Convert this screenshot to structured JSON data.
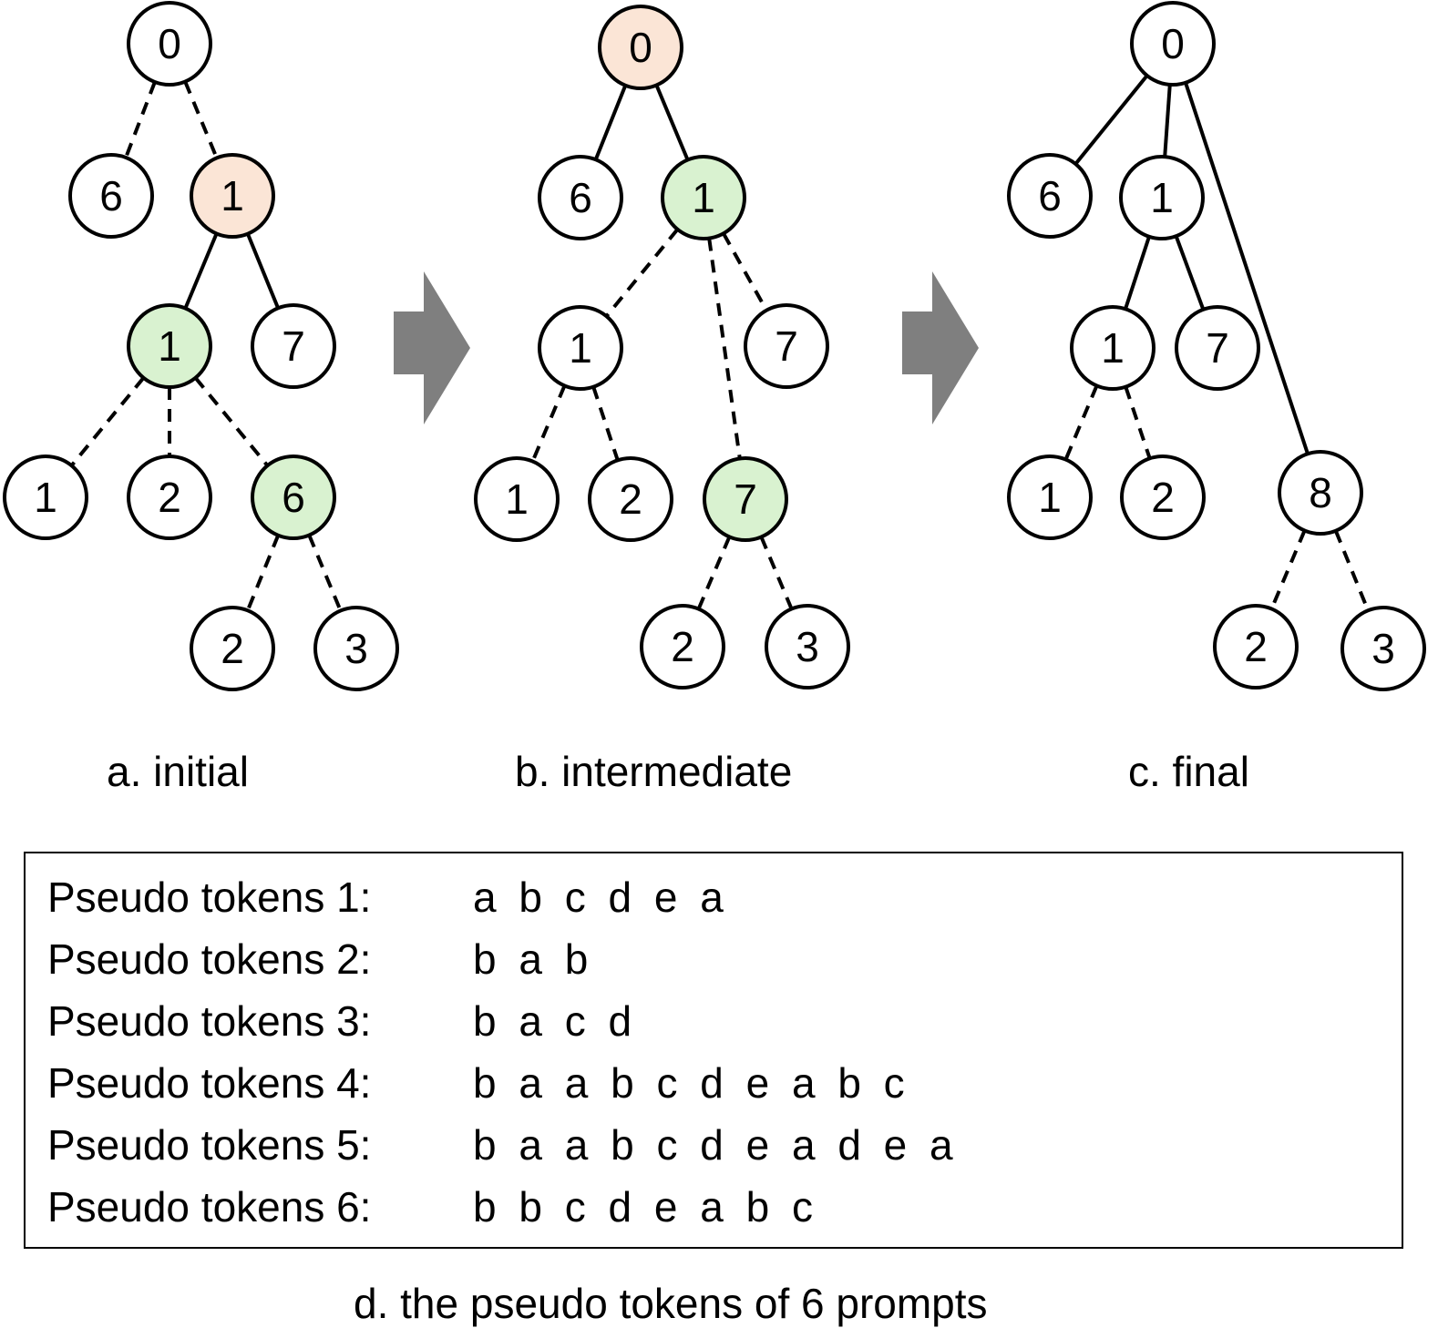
{
  "colors": {
    "highlight_orange": "#fbe5d6",
    "highlight_green": "#d9f2d0",
    "plain": "#ffffff",
    "arrow": "#7f7f7f"
  },
  "panels": [
    {
      "id": "initial",
      "caption": "a. initial",
      "nodes": [
        {
          "id": "a_root",
          "label": "0",
          "fill": "plain"
        },
        {
          "id": "a_n6",
          "label": "6",
          "fill": "plain"
        },
        {
          "id": "a_n1",
          "label": "1",
          "fill": "highlight_orange"
        },
        {
          "id": "a_n1b",
          "label": "1",
          "fill": "highlight_green"
        },
        {
          "id": "a_n7",
          "label": "7",
          "fill": "plain"
        },
        {
          "id": "a_l1",
          "label": "1",
          "fill": "plain"
        },
        {
          "id": "a_l2",
          "label": "2",
          "fill": "plain"
        },
        {
          "id": "a_l6",
          "label": "6",
          "fill": "highlight_green"
        },
        {
          "id": "a_ll2",
          "label": "2",
          "fill": "plain"
        },
        {
          "id": "a_ll3",
          "label": "3",
          "fill": "plain"
        }
      ],
      "edges": [
        {
          "from": "a_root",
          "to": "a_n6",
          "style": "dashed"
        },
        {
          "from": "a_root",
          "to": "a_n1",
          "style": "dashed"
        },
        {
          "from": "a_n1",
          "to": "a_n1b",
          "style": "solid"
        },
        {
          "from": "a_n1",
          "to": "a_n7",
          "style": "solid"
        },
        {
          "from": "a_n1b",
          "to": "a_l1",
          "style": "dashed"
        },
        {
          "from": "a_n1b",
          "to": "a_l2",
          "style": "dashed"
        },
        {
          "from": "a_n1b",
          "to": "a_l6",
          "style": "dashed"
        },
        {
          "from": "a_l6",
          "to": "a_ll2",
          "style": "dashed"
        },
        {
          "from": "a_l6",
          "to": "a_ll3",
          "style": "dashed"
        }
      ]
    },
    {
      "id": "intermediate",
      "caption": "b. intermediate",
      "nodes": [
        {
          "id": "b_root",
          "label": "0",
          "fill": "highlight_orange"
        },
        {
          "id": "b_n6",
          "label": "6",
          "fill": "plain"
        },
        {
          "id": "b_n1",
          "label": "1",
          "fill": "highlight_green"
        },
        {
          "id": "b_n1b",
          "label": "1",
          "fill": "plain"
        },
        {
          "id": "b_n7",
          "label": "7",
          "fill": "plain"
        },
        {
          "id": "b_l1",
          "label": "1",
          "fill": "plain"
        },
        {
          "id": "b_l2",
          "label": "2",
          "fill": "plain"
        },
        {
          "id": "b_l7",
          "label": "7",
          "fill": "highlight_green"
        },
        {
          "id": "b_ll2",
          "label": "2",
          "fill": "plain"
        },
        {
          "id": "b_ll3",
          "label": "3",
          "fill": "plain"
        }
      ],
      "edges": [
        {
          "from": "b_root",
          "to": "b_n6",
          "style": "solid"
        },
        {
          "from": "b_root",
          "to": "b_n1",
          "style": "solid"
        },
        {
          "from": "b_n1",
          "to": "b_n1b",
          "style": "dashed"
        },
        {
          "from": "b_n1",
          "to": "b_n7",
          "style": "dashed"
        },
        {
          "from": "b_n1",
          "to": "b_l7",
          "style": "dashed"
        },
        {
          "from": "b_n1b",
          "to": "b_l1",
          "style": "dashed"
        },
        {
          "from": "b_n1b",
          "to": "b_l2",
          "style": "dashed"
        },
        {
          "from": "b_l7",
          "to": "b_ll2",
          "style": "dashed"
        },
        {
          "from": "b_l7",
          "to": "b_ll3",
          "style": "dashed"
        }
      ]
    },
    {
      "id": "final",
      "caption": "c. final",
      "nodes": [
        {
          "id": "c_root",
          "label": "0",
          "fill": "plain"
        },
        {
          "id": "c_n6",
          "label": "6",
          "fill": "plain"
        },
        {
          "id": "c_n1",
          "label": "1",
          "fill": "plain"
        },
        {
          "id": "c_n1b",
          "label": "1",
          "fill": "plain"
        },
        {
          "id": "c_n7",
          "label": "7",
          "fill": "plain"
        },
        {
          "id": "c_l1",
          "label": "1",
          "fill": "plain"
        },
        {
          "id": "c_l2",
          "label": "2",
          "fill": "plain"
        },
        {
          "id": "c_n8",
          "label": "8",
          "fill": "plain"
        },
        {
          "id": "c_ll2",
          "label": "2",
          "fill": "plain"
        },
        {
          "id": "c_ll3",
          "label": "3",
          "fill": "plain"
        }
      ],
      "edges": [
        {
          "from": "c_root",
          "to": "c_n6",
          "style": "solid"
        },
        {
          "from": "c_root",
          "to": "c_n1",
          "style": "solid"
        },
        {
          "from": "c_root",
          "to": "c_n8",
          "style": "solid"
        },
        {
          "from": "c_n1",
          "to": "c_n1b",
          "style": "solid"
        },
        {
          "from": "c_n1",
          "to": "c_n7",
          "style": "solid"
        },
        {
          "from": "c_n1b",
          "to": "c_l1",
          "style": "dashed"
        },
        {
          "from": "c_n1b",
          "to": "c_l2",
          "style": "dashed"
        },
        {
          "from": "c_n8",
          "to": "c_ll2",
          "style": "dashed"
        },
        {
          "from": "c_n8",
          "to": "c_ll3",
          "style": "dashed"
        }
      ]
    }
  ],
  "token_box": {
    "caption": "d. the pseudo tokens of 6 prompts",
    "rows": [
      {
        "label": "Pseudo tokens 1:",
        "tokens": "a b c d e a"
      },
      {
        "label": "Pseudo tokens 2:",
        "tokens": "b a b"
      },
      {
        "label": "Pseudo tokens 3:",
        "tokens": "b a c d"
      },
      {
        "label": "Pseudo tokens 4:",
        "tokens": "b a a b c d e a b c"
      },
      {
        "label": "Pseudo tokens 5:",
        "tokens": "b a a b c d e a d e a"
      },
      {
        "label": "Pseudo tokens 6:",
        "tokens": "b b c d e a b c"
      }
    ]
  }
}
